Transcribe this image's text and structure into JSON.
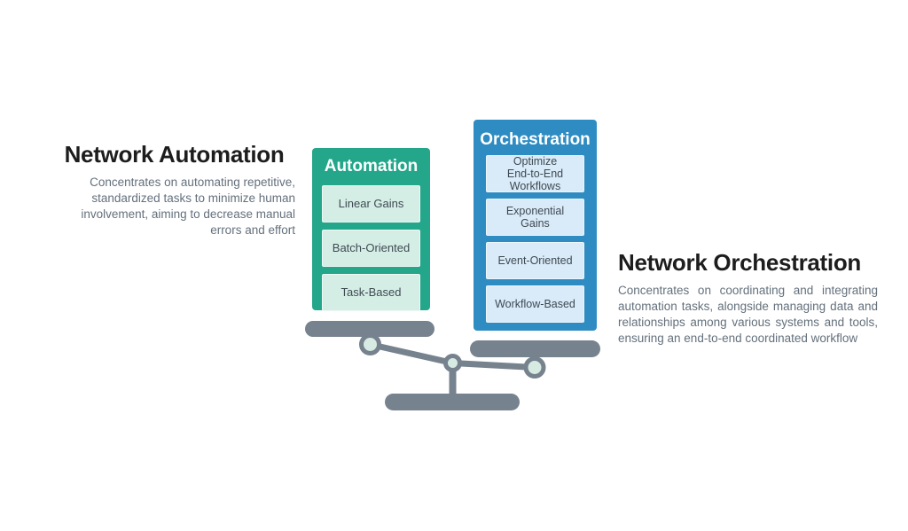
{
  "left": {
    "title": "Network Automation",
    "description": "Concentrates on automating repetitive, standardized tasks to minimize human involvement, aiming to decrease manual errors and effort"
  },
  "right": {
    "title": "Network Orchestration",
    "description": "Concentrates on coordinating and integrating automation tasks, alongside managing data and relationships among various systems and tools, ensuring an end-to-end coordinated workflow"
  },
  "automation_card": {
    "header": "Automation",
    "items": [
      "Linear Gains",
      "Batch-Oriented",
      "Task-Based"
    ],
    "colors": {
      "background": "#23a68a",
      "item_background": "#d5eee5"
    }
  },
  "orchestration_card": {
    "header": "Orchestration",
    "items": [
      "Optimize\nEnd-to-End\nWorkflows",
      "Exponential\nGains",
      "Event-Oriented",
      "Workflow-Based"
    ],
    "colors": {
      "background": "#2e8cc2",
      "item_background": "#d9eaf8"
    }
  },
  "scale": {
    "color": "#76828d",
    "pivot_fill": "#d8ebe3",
    "tilt": "left-side-up"
  },
  "text_colors": {
    "title": "#1d1d1d",
    "body": "#64707c"
  }
}
